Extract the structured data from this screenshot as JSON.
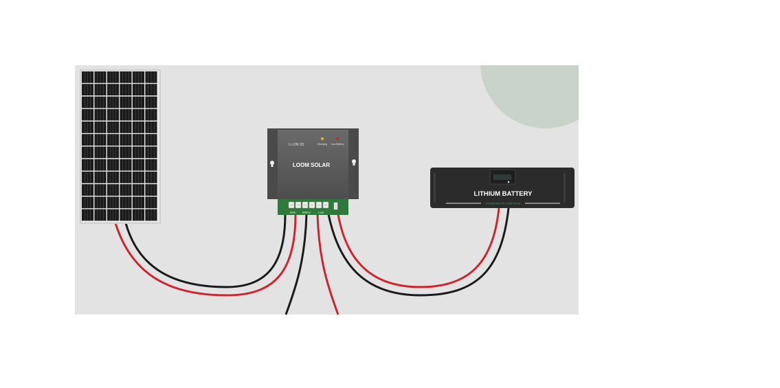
{
  "colors": {
    "background_panel": "#e3e3e3",
    "accent_circle": "#c9d3c9",
    "wire_red": "#d0232a",
    "wire_black": "#1a1a1a",
    "controller_body": "#5a5a5a",
    "terminal_board": "#2f7a3a",
    "battery_body": "#2b2b2b"
  },
  "controller": {
    "model": "LI-ON 20",
    "brand": "LOOM SOLAR",
    "indicator_charging": "Charging",
    "indicator_low_battery": "Low Battery",
    "terminal_solar": "Solar",
    "terminal_battery": "Battery",
    "terminal_load": "Load"
  },
  "battery": {
    "label": "LITHIUM BATTERY",
    "sublabel": "ENGINEERED BY LOOM SOLAR"
  },
  "icons": [
    "solar-panel-icon",
    "charge-controller-icon",
    "battery-icon"
  ]
}
